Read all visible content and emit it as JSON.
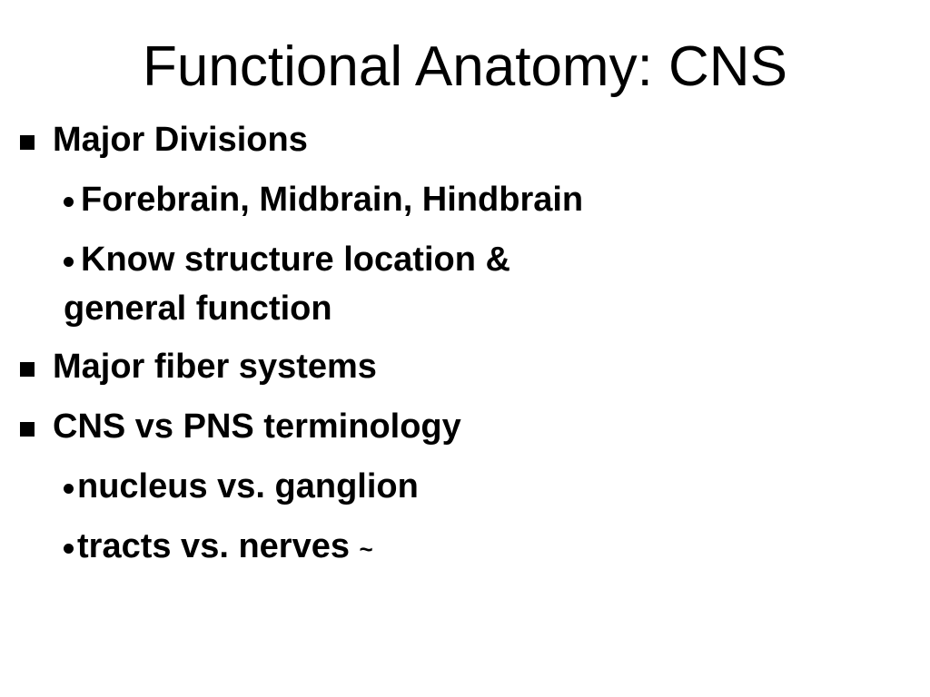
{
  "slide": {
    "title": "Functional Anatomy: CNS",
    "bullets": [
      {
        "text": "Major Divisions",
        "sub": [
          {
            "text": "Forebrain, Midbrain, Hindbrain"
          },
          {
            "line1": "Know structure location &",
            "line2": "general function"
          }
        ]
      },
      {
        "text": "Major fiber systems"
      },
      {
        "text": "CNS vs PNS terminology",
        "sub": [
          {
            "text": "nucleus vs. ganglion"
          },
          {
            "text": "tracts vs. nerves",
            "suffix": "~"
          }
        ]
      }
    ]
  }
}
